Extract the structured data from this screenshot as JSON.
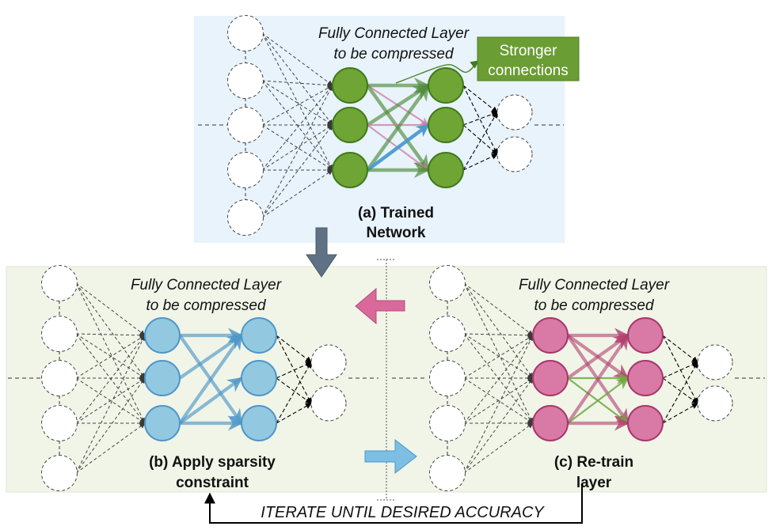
{
  "colors": {
    "panel_a_bg": "#e8f3fb",
    "panel_bc_bg": "#f0f5e8",
    "trained_fill": "#6fa534",
    "trained_stroke": "#3f7a1c",
    "sparse_fill": "#93c9e0",
    "sparse_stroke": "#4f96c8",
    "retrain_fill": "#d87aa5",
    "retrain_stroke": "#a8366a",
    "strong_edge": "#4e8b3a",
    "weak_edge": "#d07aa2",
    "blue_edge": "#4a9ad0",
    "retrain_edge": "#b23f6e",
    "green_thin_edge": "#6ea83e",
    "callout_bg": "#6a9d33",
    "down_arrow": "#5f7184",
    "left_arrow": "#d9699b",
    "right_arrow": "#7cbfe3"
  },
  "panels": [
    {
      "id": "a",
      "title_line1": "Fully Connected Layer",
      "title_line2": "to be compressed",
      "caption_line1": "(a) Trained",
      "caption_line2": "Network",
      "node_style": "trained",
      "edges": [
        {
          "from": 0,
          "to": 0,
          "kind": "strong"
        },
        {
          "from": 0,
          "to": 1,
          "kind": "weak"
        },
        {
          "from": 0,
          "to": 2,
          "kind": "strong"
        },
        {
          "from": 1,
          "to": 0,
          "kind": "strong"
        },
        {
          "from": 1,
          "to": 1,
          "kind": "weak"
        },
        {
          "from": 1,
          "to": 2,
          "kind": "weak"
        },
        {
          "from": 2,
          "to": 0,
          "kind": "strong"
        },
        {
          "from": 2,
          "to": 1,
          "kind": "blue"
        },
        {
          "from": 2,
          "to": 2,
          "kind": "strong"
        }
      ]
    },
    {
      "id": "b",
      "title_line1": "Fully Connected Layer",
      "title_line2": "to be compressed",
      "caption_line1": "(b) Apply sparsity",
      "caption_line2": "constraint",
      "node_style": "sparse",
      "edges": [
        {
          "from": 0,
          "to": 0,
          "kind": "sparse"
        },
        {
          "from": 0,
          "to": 2,
          "kind": "sparse"
        },
        {
          "from": 1,
          "to": 0,
          "kind": "sparse"
        },
        {
          "from": 2,
          "to": 0,
          "kind": "sparse"
        },
        {
          "from": 2,
          "to": 1,
          "kind": "sparse"
        },
        {
          "from": 2,
          "to": 2,
          "kind": "sparse"
        }
      ]
    },
    {
      "id": "c",
      "title_line1": "Fully Connected Layer",
      "title_line2": "to be compressed",
      "caption_line1": "(c) Re-train",
      "caption_line2": "layer",
      "node_style": "retrain",
      "edges": [
        {
          "from": 0,
          "to": 0,
          "kind": "retrain"
        },
        {
          "from": 0,
          "to": 1,
          "kind": "retrain"
        },
        {
          "from": 0,
          "to": 2,
          "kind": "retrain"
        },
        {
          "from": 1,
          "to": 0,
          "kind": "retrain"
        },
        {
          "from": 1,
          "to": 1,
          "kind": "green"
        },
        {
          "from": 1,
          "to": 2,
          "kind": "green"
        },
        {
          "from": 2,
          "to": 0,
          "kind": "retrain"
        },
        {
          "from": 2,
          "to": 1,
          "kind": "green"
        },
        {
          "from": 2,
          "to": 2,
          "kind": "retrain"
        }
      ]
    }
  ],
  "callout": {
    "line1": "Stronger",
    "line2": "connections"
  },
  "iterate_label": "ITERATE UNTIL DESIRED ACCURACY",
  "icons": {
    "down_arrow": "down-arrow-icon",
    "left_arrow": "left-arrow-icon",
    "right_arrow": "right-arrow-icon"
  }
}
